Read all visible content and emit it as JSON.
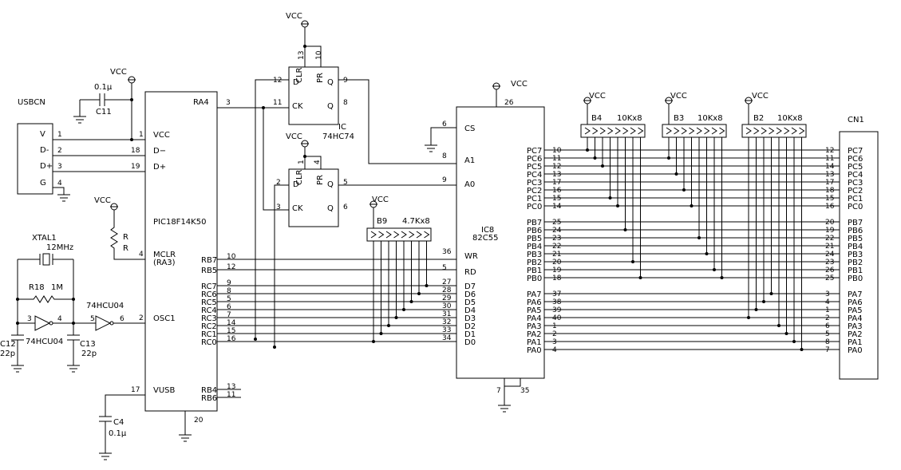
{
  "usb": {
    "name": "USBCN",
    "pins": [
      "V",
      "D-",
      "D+",
      "G"
    ],
    "nums": [
      "1",
      "2",
      "3",
      "4"
    ]
  },
  "pic": {
    "name": "PIC18F14K50",
    "left": [
      "VCC",
      "D−",
      "D+",
      "MCLR",
      "(RA3)",
      "OSC1",
      "VUSB"
    ],
    "left_nums": [
      "1",
      "18",
      "19",
      "4",
      "2",
      "17"
    ],
    "ra4": "RA4",
    "ra4_num": "3",
    "right": [
      "RB7",
      "RB5",
      "RC7",
      "RC6",
      "RC5",
      "RC4",
      "RC3",
      "RC2",
      "RC1",
      "RC0",
      "RB4",
      "RB6"
    ],
    "right_nums": [
      "10",
      "12",
      "9",
      "8",
      "5",
      "6",
      "7",
      "14",
      "15",
      "16",
      "13",
      "11"
    ],
    "gnd_num": "20"
  },
  "cap_c11": {
    "name": "C11",
    "value": "0.1μ"
  },
  "cap_c4": {
    "name": "C4",
    "value": "0.1μ"
  },
  "cap_c12": {
    "name": "C12",
    "value": "22p"
  },
  "cap_c13": {
    "name": "C13",
    "value": "22p"
  },
  "res_r": {
    "name": "R",
    "value": "R"
  },
  "xtal": {
    "name": "XTAL1",
    "value": "12MHz"
  },
  "r18": {
    "name": "R18",
    "value": "1M"
  },
  "inv1": {
    "name": "74HCU04",
    "in": "3",
    "out": "4"
  },
  "inv2": {
    "name": "74HCU04",
    "in": "5",
    "out": "6"
  },
  "vcc": "VCC",
  "ff1": {
    "pins": [
      "D",
      "CLR",
      "PR",
      "Q",
      "CK",
      "Q"
    ],
    "nums": [
      "12",
      "13",
      "10",
      "9",
      "11",
      "8"
    ],
    "label": "IC",
    "chip": "74HC74"
  },
  "ff2": {
    "pins": [
      "D",
      "CLR",
      "PR",
      "Q",
      "CK",
      "Q"
    ],
    "nums": [
      "2",
      "1",
      "4",
      "5",
      "3",
      "6"
    ]
  },
  "b9": {
    "name": "B9",
    "value": "4.7Kx8"
  },
  "b4": {
    "name": "B4",
    "value": "10Kx8"
  },
  "b3": {
    "name": "B3",
    "value": "10Kx8"
  },
  "b2": {
    "name": "B2",
    "value": "10Kx8"
  },
  "ppi": {
    "name": "IC8",
    "chip": "82C55",
    "left": [
      "CS",
      "A1",
      "A0",
      "WR",
      "RD",
      "D7",
      "D6",
      "D5",
      "D4",
      "D3",
      "D2",
      "D1",
      "D0"
    ],
    "left_nums": [
      "6",
      "8",
      "9",
      "36",
      "5",
      "27",
      "28",
      "29",
      "30",
      "31",
      "32",
      "33",
      "34"
    ],
    "vcc_num": "26",
    "gnd_nums": [
      "7",
      "35"
    ],
    "right": [
      "PC7",
      "PC6",
      "PC5",
      "PC4",
      "PC3",
      "PC2",
      "PC1",
      "PC0",
      "PB7",
      "PB6",
      "PB5",
      "PB4",
      "PB3",
      "PB2",
      "PB1",
      "PB0",
      "PA7",
      "PA6",
      "PA5",
      "PA4",
      "PA3",
      "PA2",
      "PA1",
      "PA0"
    ],
    "right_nums": [
      "10",
      "11",
      "12",
      "13",
      "17",
      "16",
      "15",
      "14",
      "25",
      "24",
      "23",
      "22",
      "21",
      "20",
      "19",
      "18",
      "37",
      "38",
      "39",
      "40",
      "1",
      "2",
      "3",
      "4"
    ]
  },
  "cn1": {
    "name": "CN1",
    "pins": [
      "PC7",
      "PC6",
      "PC5",
      "PC4",
      "PC3",
      "PC2",
      "PC1",
      "PC0",
      "PB7",
      "PB6",
      "PB5",
      "PB4",
      "PB3",
      "PB2",
      "PB1",
      "PB0",
      "PA7",
      "PA6",
      "PA5",
      "PA4",
      "PA3",
      "PA2",
      "PA1",
      "PA0"
    ],
    "nums": [
      "12",
      "11",
      "14",
      "13",
      "17",
      "18",
      "15",
      "16",
      "20",
      "19",
      "22",
      "21",
      "24",
      "23",
      "26",
      "25",
      "3",
      "4",
      "1",
      "2",
      "6",
      "5",
      "8",
      "7"
    ]
  }
}
